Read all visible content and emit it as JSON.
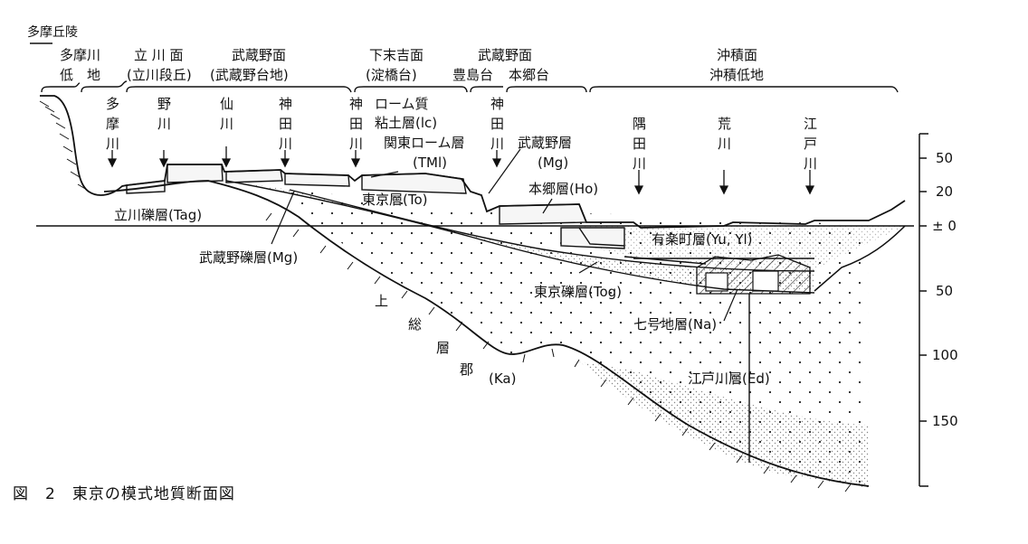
{
  "caption": "図　2　東京の模式地質断面図",
  "surfaces": {
    "tama_hills": "多摩丘陵",
    "tama_lowland_1": "多摩川",
    "tama_lowland_2": "低　地",
    "tachikawa_1": "立 川 面",
    "tachikawa_2": "(立川段丘)",
    "musashino_1": "武蔵野面",
    "musashino_2": "(武蔵野台地)",
    "shimosueyoshi_1": "下末吉面",
    "shimosueyoshi_2": "(淀橋台)",
    "toshima": "豊島台",
    "musashino_b_1": "武蔵野面",
    "musashino_b_2": "本郷台",
    "alluvial_1": "沖積面",
    "alluvial_2": "沖積低地"
  },
  "rivers": {
    "tama": "多摩川",
    "nogawa": "野川",
    "sengawa": "仙川",
    "kanda_1": "神田川",
    "kanda_2": "神田川",
    "kanda_3": "神田川",
    "sumida": "隅田川",
    "arakawa": "荒川",
    "edogawa": "江戸川"
  },
  "layers": {
    "loam_clay_1": "ローム質",
    "loam_clay_2": "粘土層(lc)",
    "kanto_loam_1": "関東ローム層",
    "kanto_loam_2": "(TMl)",
    "musashino_layer_1": "武蔵野層",
    "musashino_layer_2": "(Mg)",
    "hongo": "本郷層(Ho)",
    "tokyo": "東京層(To)",
    "tachikawa_gravel": "立川礫層(Tag)",
    "musashino_gravel": "武蔵野礫層(Mg)",
    "yurakucho": "有楽町層(Yu, Yl)",
    "tokyo_gravel": "東京礫層(Tog)",
    "nanago": "七号地層(Na)",
    "kazusa": [
      "上",
      "総",
      "層",
      "郡"
    ],
    "kazusa_code": "(Ka)",
    "edogawa_layer": "江戸川層(Ed)"
  },
  "axis": {
    "ticks": [
      "50",
      "20",
      "± 0",
      "50",
      "100",
      "150"
    ]
  }
}
